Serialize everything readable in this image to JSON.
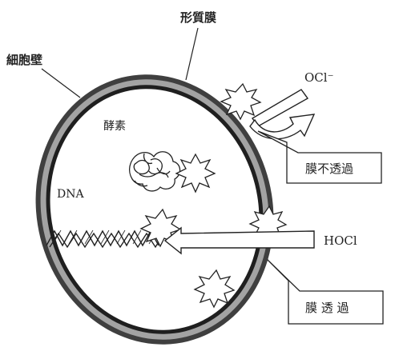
{
  "labels": {
    "plasma_membrane": "形質膜",
    "cell_wall": "細胞壁",
    "enzyme": "酵素",
    "dna": "DNA",
    "hypochlorite_ion": "OCl⁻",
    "hypochlorous_acid": "HOCl",
    "membrane_impermeable": "膜不透過",
    "membrane_permeable": "膜 透 過"
  },
  "colors": {
    "wall_outer": "#3f3f3f",
    "membrane_band": "#9b9b9b",
    "wall_inner": "#1f1f1f",
    "line": "#222222",
    "background": "#ffffff"
  }
}
